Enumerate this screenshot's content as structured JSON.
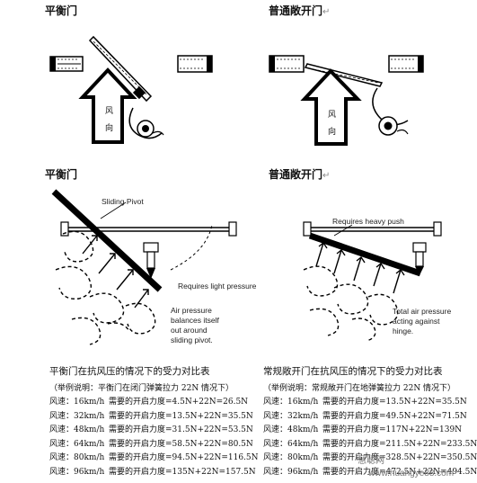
{
  "top_left": {
    "heading": "平衡门",
    "arrow_text_1": "风",
    "arrow_text_2": "向"
  },
  "top_right": {
    "heading": "普通敞开门",
    "heading_mark": "↵",
    "arrow_text_1": "风",
    "arrow_text_2": "向"
  },
  "mid_left": {
    "heading": "平衡门",
    "label_pivot": "Sliding Pivot",
    "label_light": "Requires light pressure",
    "label_air_1": "Air pressure",
    "label_air_2": "balances itself",
    "label_air_3": "out around",
    "label_air_4": "sliding pivot."
  },
  "mid_right": {
    "heading": "普通敞开门",
    "heading_mark": "↵",
    "label_heavy": "Requires heavy push",
    "label_air_1": "Total air pressure",
    "label_air_2": "acting against",
    "label_air_3": "hinge."
  },
  "table_left": {
    "title": "平衡门在抗风压的情况下的受力对比表",
    "subtitle": "（举例说明：平衡门在闭门弹簧拉力 22N 情况下）",
    "rows": [
      {
        "speed": "风速：16km/h",
        "force": "需要的开启力度=4.5N+22N=26.5N"
      },
      {
        "speed": "风速：32km/h",
        "force": "需要的开启力度=13.5N+22N=35.5N"
      },
      {
        "speed": "风速：48km/h",
        "force": "需要的开启力度=31.5N+22N=53.5N"
      },
      {
        "speed": "风速：64km/h",
        "force": "需要的开启力度=58.5N+22N=80.5N"
      },
      {
        "speed": "风速：80km/h",
        "force": "需要的开启力度=94.5N+22N=116.5N"
      },
      {
        "speed": "风速：96km/h",
        "force": "需要的开启力度=135N+22N=157.5N"
      }
    ]
  },
  "table_right": {
    "title": "常规敞开门在抗风压的情况下的受力对比表",
    "subtitle": "（举例说明：常规敞开门在地弹簧拉力 22N 情况下）",
    "rows": [
      {
        "speed": "风速：16km/h",
        "force": "需要的开启力度=13.5N+22N=35.5N"
      },
      {
        "speed": "风速：32km/h",
        "force": "需要的开启力度=49.5N+22N=71.5N"
      },
      {
        "speed": "风速：48km/h",
        "force": "需要的开启力度=117N+22N=139N"
      },
      {
        "speed": "风速：64km/h",
        "force": "需要的开启力度=211.5N+22N=233.5N"
      },
      {
        "speed": "风速：80km/h",
        "force": "需要的开启力度=328.5N+22N=350.5N"
      },
      {
        "speed": "风速：96km/h",
        "force": "需要的开启力度=472.5N+22N=494.5N"
      }
    ]
  },
  "watermark": {
    "text_1": "慧聪网",
    "text_2": "www.huangye88.com"
  }
}
